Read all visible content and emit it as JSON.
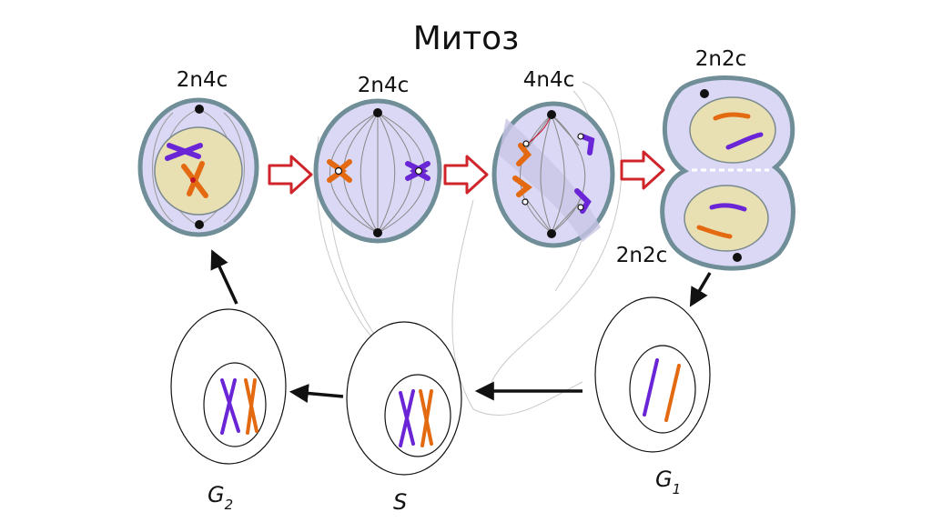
{
  "title": "Митоз",
  "labels": {
    "prophase": "2n4c",
    "metaphase": "2n4c",
    "anaphase": "4n4c",
    "telophase": "2n2c",
    "daughter": "2n2c"
  },
  "interphase": {
    "g1": {
      "letter": "G",
      "sub": "1"
    },
    "s": "S",
    "g2": {
      "letter": "G",
      "sub": "2"
    }
  },
  "colors": {
    "cell_fill": "#dad8f4",
    "cell_outline": "#6f8e98",
    "nucleus_fill": "#e8dfb3",
    "chromosome_purple": "#6a25d6",
    "chromosome_orange": "#e36a10",
    "transition_arrow": "#d0242b",
    "cycle_arrow": "#111111"
  }
}
